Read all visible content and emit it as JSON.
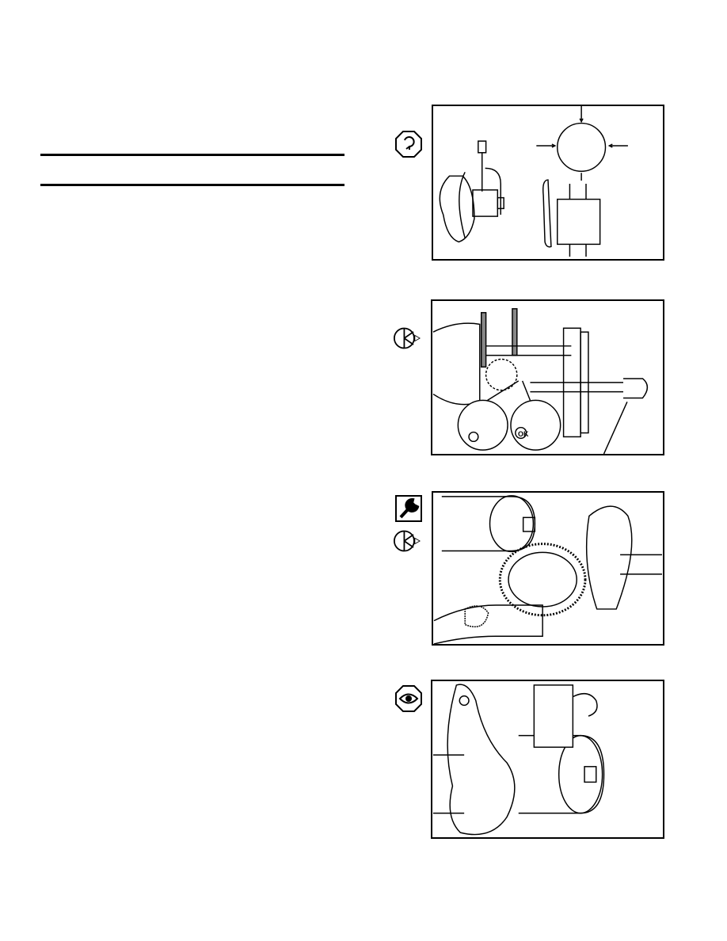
{
  "figures": [
    {
      "id": "measure",
      "icon": "measure-icon"
    },
    {
      "id": "puller",
      "icon": "remove-icon",
      "ok_label": "OK"
    },
    {
      "id": "gear-heat",
      "icons": [
        "wrench-icon",
        "remove-icon"
      ]
    },
    {
      "id": "inspect",
      "icon": "eye-icon"
    }
  ]
}
